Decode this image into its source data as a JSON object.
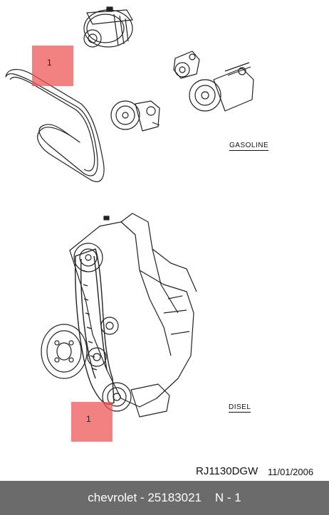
{
  "callouts": {
    "top": "1",
    "bottom": "1"
  },
  "labels": {
    "gasoline": "GASOLINE",
    "diesel": "DISEL"
  },
  "document": {
    "code": "RJ1130DGW",
    "date": "11/01/2006"
  },
  "footer": {
    "brand": "chevrolet",
    "part_number": "25183021",
    "page": "N - 1"
  },
  "colors": {
    "callout": "#f05050",
    "footer_bg": "#6b6b6b"
  }
}
